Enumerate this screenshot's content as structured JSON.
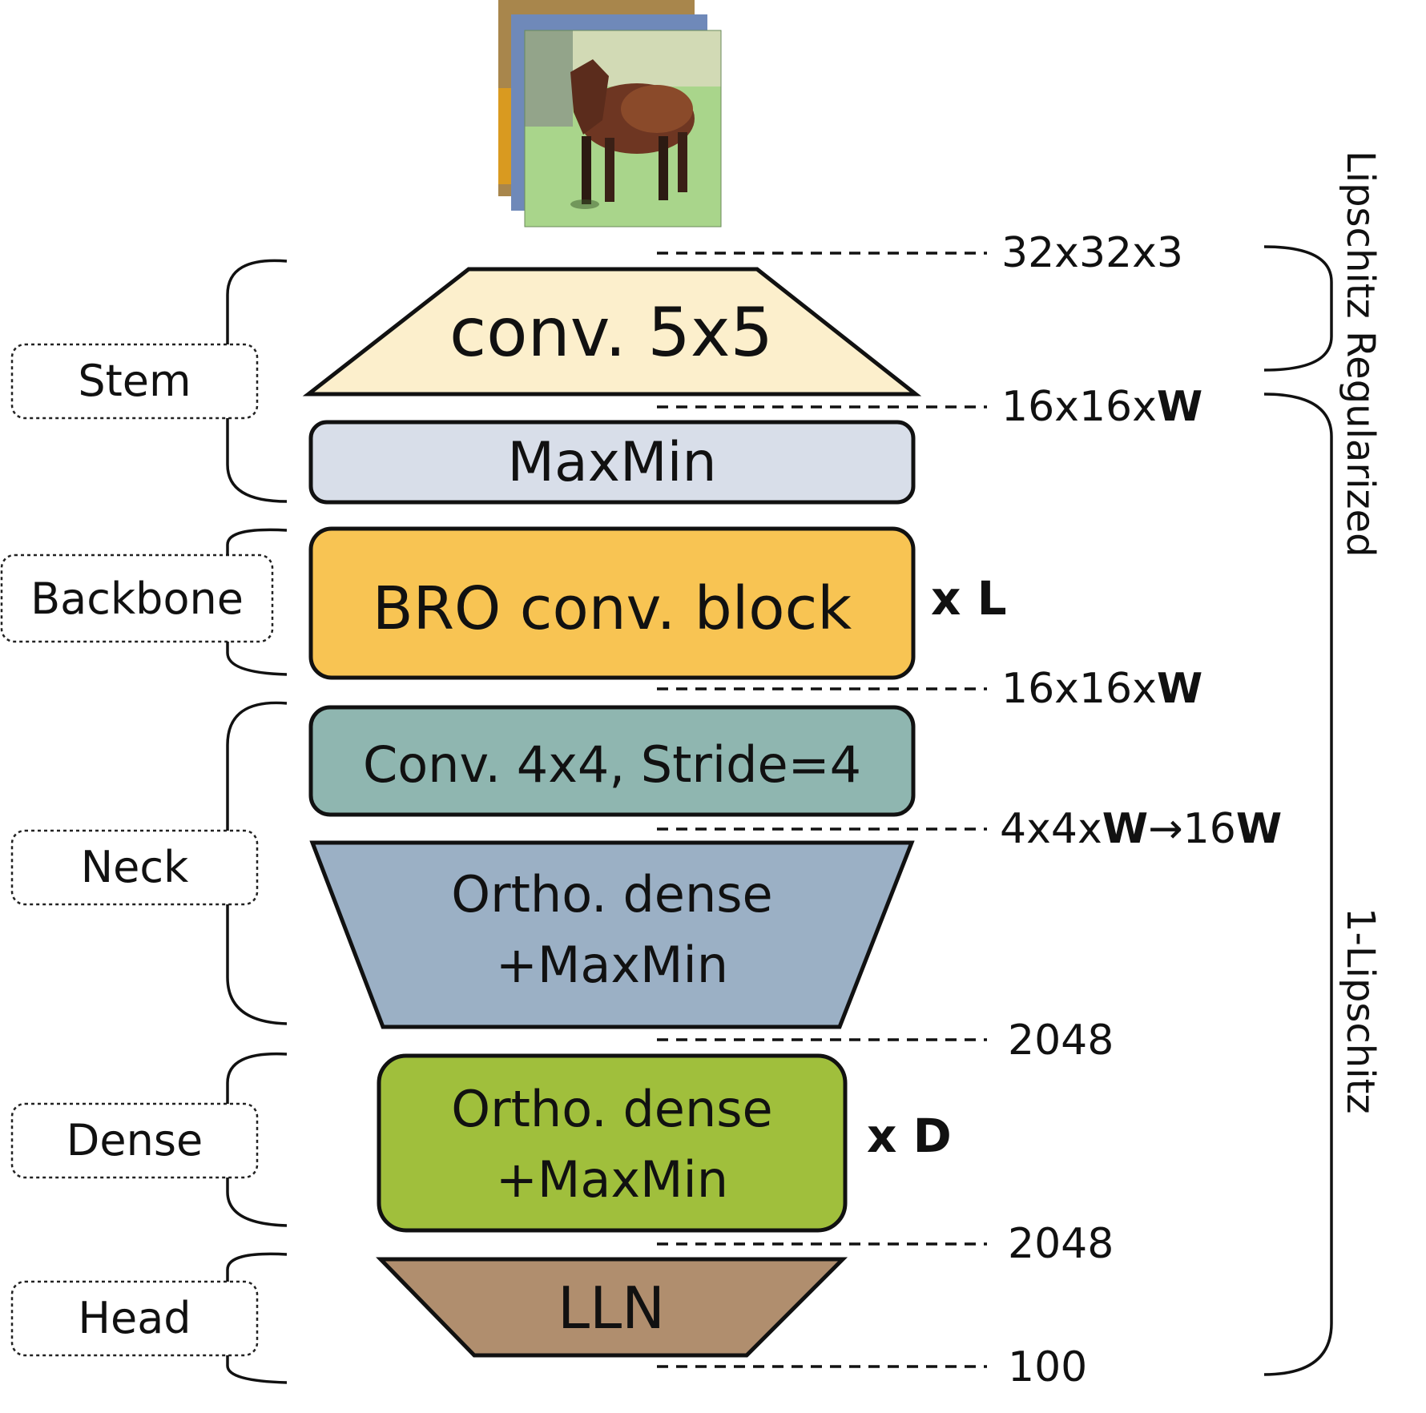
{
  "input_image": {
    "subject": "horse image (CIFAR-style input stack)"
  },
  "stages": {
    "stem": "Stem",
    "backbone": "Backbone",
    "neck": "Neck",
    "dense": "Dense",
    "head": "Head"
  },
  "layers": {
    "conv5x5": "conv. 5x5",
    "maxmin": "MaxMin",
    "bro_block": "BRO conv. block",
    "conv4x4": "Conv. 4x4, Stride=4",
    "ortho_neck_line1": "Ortho. dense",
    "ortho_neck_line2": "+MaxMin",
    "ortho_dense_line1": "Ortho. dense",
    "ortho_dense_line2": "+MaxMin",
    "lln": "LLN"
  },
  "multipliers": {
    "backbone_prefix": "x ",
    "backbone_var": "L",
    "dense_prefix": "x ",
    "dense_var": "D"
  },
  "dims": {
    "d0": "32x32x3",
    "d1_prefix": "16x16x",
    "d1_var": "W",
    "d2_prefix": "16x16x",
    "d2_var": "W",
    "d3_prefix": "4x4x",
    "d3_var": "W",
    "d3_arrow": "→16",
    "d3_var2": "W",
    "d4": "2048",
    "d5": "2048",
    "d6": "100"
  },
  "regions": {
    "lipschitz_regularized": "Lipschitz Regularized",
    "one_lipschitz": "1-Lipschitz"
  },
  "colors": {
    "conv5x5": "#fcefcc",
    "maxmin": "#d8dee9",
    "bro_block": "#f8c453",
    "conv4x4": "#8fb6b0",
    "ortho_neck": "#9bb0c5",
    "ortho_dense": "#a0bf3c",
    "lln": "#b08e6e"
  }
}
